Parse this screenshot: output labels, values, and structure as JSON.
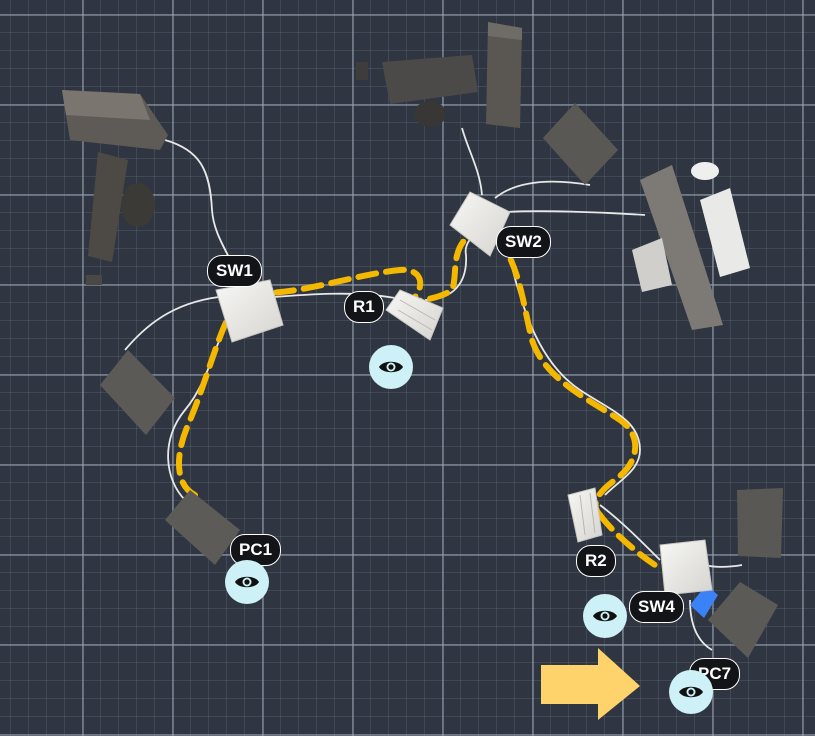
{
  "devices": {
    "sw1": {
      "label": "SW1"
    },
    "sw2": {
      "label": "SW2"
    },
    "sw4": {
      "label": "SW4"
    },
    "r1": {
      "label": "R1"
    },
    "r2": {
      "label": "R2"
    },
    "pc1": {
      "label": "PC1"
    },
    "pc7": {
      "label": "PC7"
    }
  },
  "icons": {
    "inspect": "eye-icon",
    "pointer": "arrow-right-icon"
  },
  "colors": {
    "background": "#2f3641",
    "path_highlight": "#f5b800",
    "label_bg": "#121417",
    "eye_bg": "#cdf1f6",
    "pointer_arrow": "#ffd36b",
    "accent_device": "#3b82f6"
  }
}
